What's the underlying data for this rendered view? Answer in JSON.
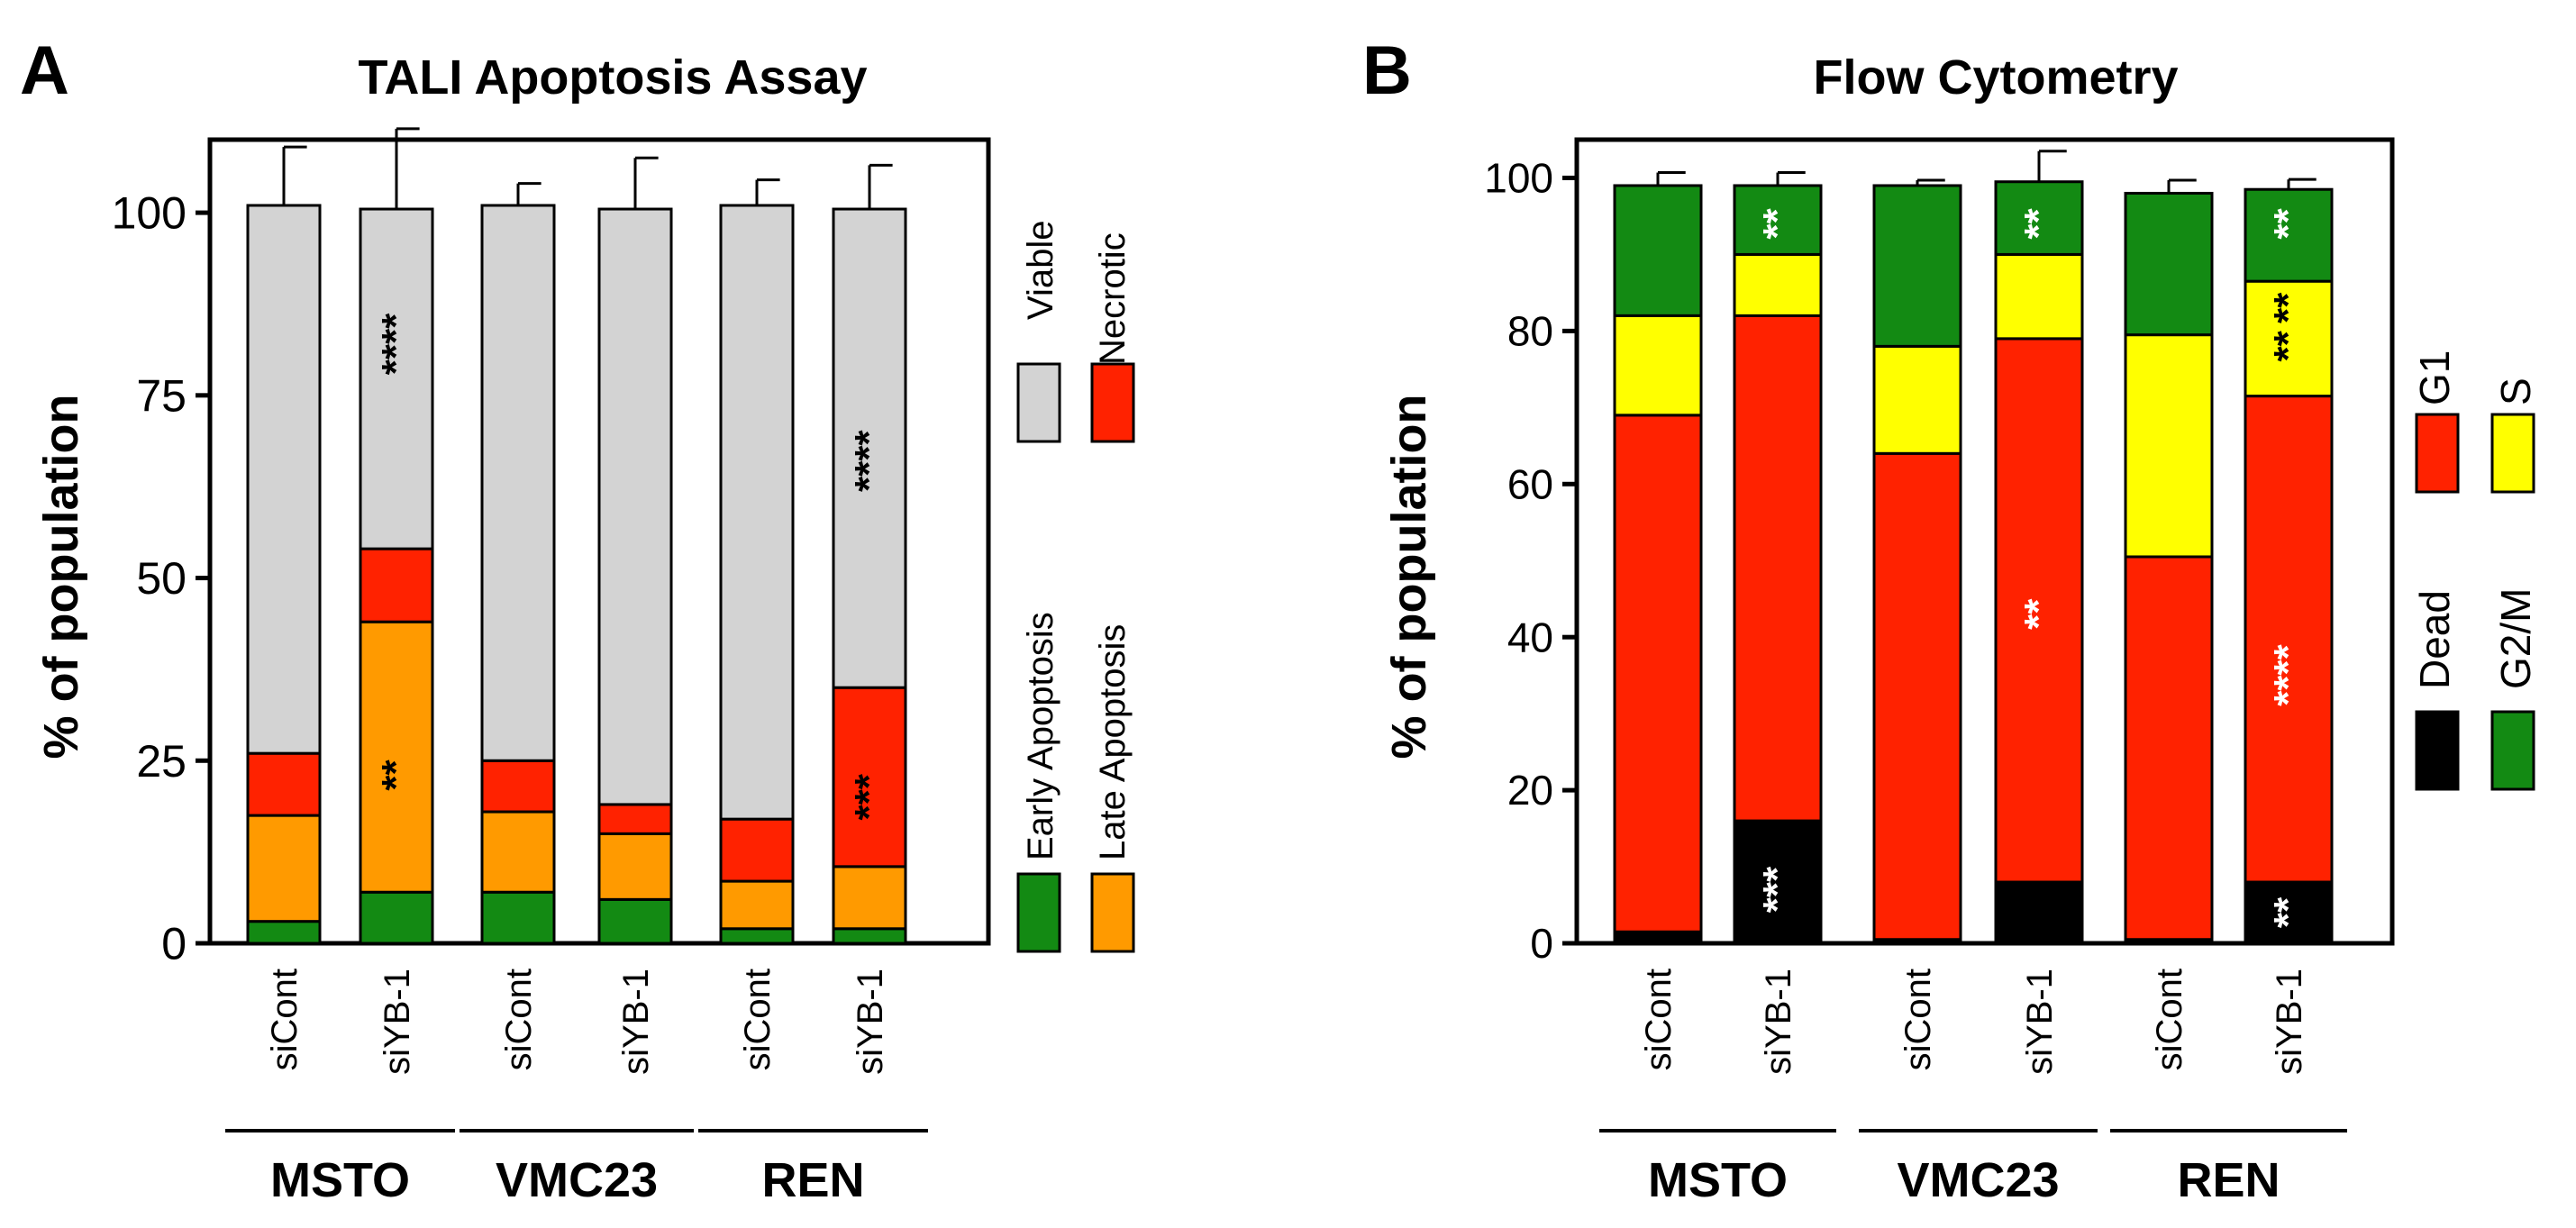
{
  "panels": [
    {
      "panel_letter": "A",
      "title": "TALI Apoptosis Assay",
      "ylabel": "% of population",
      "legend": [
        {
          "label": "Viable",
          "color": "#d3d3d3"
        },
        {
          "label": "Necrotic",
          "color": "#ff2200"
        },
        {
          "label": "Early Apoptosis",
          "color": "#138a13"
        },
        {
          "label": "Late Apoptosis",
          "color": "#ff9a00"
        }
      ],
      "annotations": [
        {
          "bar": 1,
          "y": 82,
          "text": "****",
          "color": "#000000"
        },
        {
          "bar": 1,
          "y": 23,
          "text": "**",
          "color": "#000000"
        },
        {
          "bar": 5,
          "y": 66,
          "text": "****",
          "color": "#000000"
        },
        {
          "bar": 5,
          "y": 20,
          "text": "***",
          "color": "#000000"
        }
      ]
    },
    {
      "panel_letter": "B",
      "title": "Flow Cytometry",
      "ylabel": "% of population",
      "legend": [
        {
          "label": "G1",
          "color": "#ff2200"
        },
        {
          "label": "S",
          "color": "#ffff00"
        },
        {
          "label": "Dead",
          "color": "#000000"
        },
        {
          "label": "G2/M",
          "color": "#138a13"
        }
      ],
      "annotations": [
        {
          "bar": 1,
          "y": 94,
          "text": "**",
          "color": "#ffffff"
        },
        {
          "bar": 1,
          "y": 7,
          "text": "***",
          "color": "#ffffff"
        },
        {
          "bar": 3,
          "y": 94,
          "text": "**",
          "color": "#ffffff"
        },
        {
          "bar": 3,
          "y": 43,
          "text": "**",
          "color": "#ffffff"
        },
        {
          "bar": 5,
          "y": 94,
          "text": "**",
          "color": "#ffffff"
        },
        {
          "bar": 5,
          "y": 83,
          "text": "**",
          "color": "#000000"
        },
        {
          "bar": 5,
          "y": 78,
          "text": "**",
          "color": "#000000"
        },
        {
          "bar": 5,
          "y": 35,
          "text": "****",
          "color": "#ffffff"
        },
        {
          "bar": 5,
          "y": 4,
          "text": "**",
          "color": "#ffffff"
        }
      ]
    }
  ],
  "chart_data": [
    {
      "type": "bar",
      "stacked": true,
      "title": "TALI Apoptosis Assay",
      "xlabel": "",
      "ylabel": "% of population",
      "ylim": [
        0,
        110
      ],
      "yticks": [
        0,
        25,
        50,
        75,
        100
      ],
      "categories": [
        "siCont",
        "siYB-1",
        "siCont",
        "siYB-1",
        "siCont",
        "siYB-1"
      ],
      "groups": [
        {
          "label": "MSTO",
          "bars": [
            0,
            1
          ]
        },
        {
          "label": "VMC23",
          "bars": [
            2,
            3
          ]
        },
        {
          "label": "REN",
          "bars": [
            4,
            5
          ]
        }
      ],
      "series": [
        {
          "name": "Early Apoptosis",
          "color": "#138a13",
          "values": [
            3,
            7,
            7,
            6,
            2,
            2
          ],
          "errors": [
            0.8,
            0,
            0,
            0,
            0,
            0.4
          ]
        },
        {
          "name": "Late Apoptosis",
          "color": "#ff9a00",
          "values": [
            14.5,
            37,
            11,
            9,
            6.5,
            8.5
          ],
          "errors": [
            2,
            5.5,
            3,
            4,
            3,
            1.5
          ]
        },
        {
          "name": "Necrotic",
          "color": "#ff2200",
          "values": [
            8.5,
            10,
            7,
            4,
            8.5,
            24.5
          ],
          "errors": [
            1.2,
            3.3,
            4,
            1,
            1.3,
            5.5
          ]
        },
        {
          "name": "Viable",
          "color": "#d3d3d3",
          "values": [
            75,
            46.5,
            76,
            81.5,
            84,
            65.5
          ],
          "errors": [
            8,
            11,
            3,
            7,
            3.5,
            6
          ]
        }
      ],
      "legend": [
        "Viable",
        "Necrotic",
        "Early Apoptosis",
        "Late Apoptosis"
      ],
      "grid": false,
      "legend_position": "right"
    },
    {
      "type": "bar",
      "stacked": true,
      "title": "Flow Cytometry",
      "xlabel": "",
      "ylabel": "% of population",
      "ylim": [
        0,
        105
      ],
      "yticks": [
        0,
        20,
        40,
        60,
        80,
        100
      ],
      "categories": [
        "siCont",
        "siYB-1",
        "siCont",
        "siYB-1",
        "siCont",
        "siYB-1"
      ],
      "groups": [
        {
          "label": "MSTO",
          "bars": [
            0,
            1
          ]
        },
        {
          "label": "VMC23",
          "bars": [
            2,
            3
          ]
        },
        {
          "label": "REN",
          "bars": [
            4,
            5
          ]
        }
      ],
      "series": [
        {
          "name": "Dead",
          "color": "#000000",
          "values": [
            1.5,
            16,
            0.5,
            8,
            0.5,
            8
          ],
          "errors": [
            1,
            1.5,
            1,
            1.5,
            1.5,
            1
          ]
        },
        {
          "name": "G1",
          "color": "#ff2200",
          "values": [
            67.5,
            66,
            63.5,
            71,
            50,
            63.5
          ],
          "errors": [
            2,
            3,
            2,
            6,
            2.5,
            2.5
          ]
        },
        {
          "name": "S",
          "color": "#ffff00",
          "values": [
            13,
            8,
            14,
            11,
            29,
            15
          ],
          "errors": [
            2.5,
            2.5,
            2.5,
            2.5,
            2,
            1
          ]
        },
        {
          "name": "G2/M",
          "color": "#138a13",
          "values": [
            17,
            9,
            21,
            9.5,
            18.5,
            12
          ],
          "errors": [
            1.7,
            1.7,
            0.7,
            4,
            1.7,
            1.3
          ]
        }
      ],
      "legend": [
        "G1",
        "S",
        "Dead",
        "G2/M"
      ],
      "grid": false,
      "legend_position": "right"
    }
  ]
}
